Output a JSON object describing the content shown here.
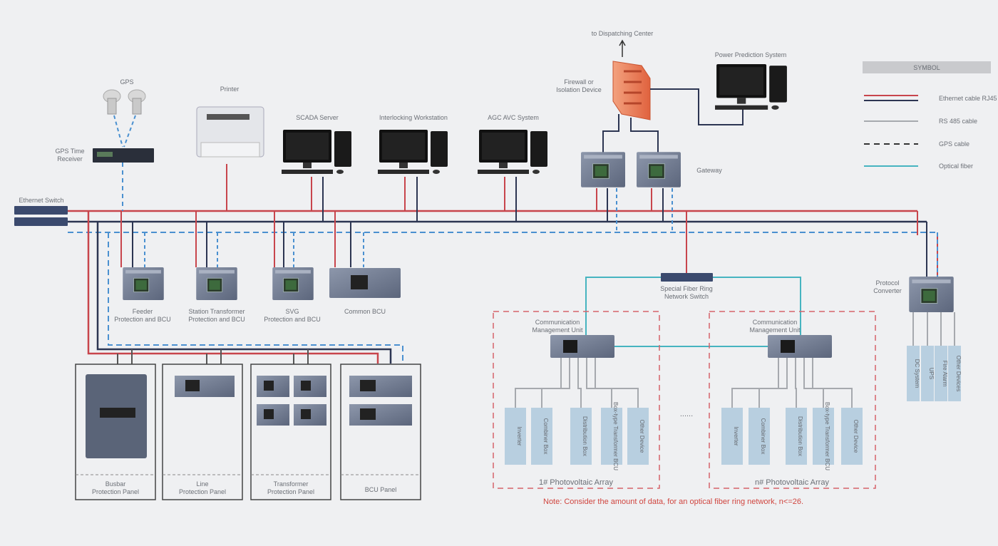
{
  "colors": {
    "ethernet_red": "#c8454c",
    "ethernet_navy": "#2c3552",
    "gps_dashed": "#4a90d0",
    "optical_fiber": "#46b4c0",
    "rs485_gray": "#a6a9ae",
    "pv_border": "#d6636b",
    "note_text": "#d0453f"
  },
  "legend": {
    "title": "SYMBOL",
    "items": [
      {
        "label": "Ethernet cable RJ45",
        "style": "double red/navy line"
      },
      {
        "label": "RS 485 cable",
        "style": "gray line"
      },
      {
        "label": "GPS cable",
        "style": "dashed line"
      },
      {
        "label": "Optical fiber",
        "style": "cyan line"
      }
    ]
  },
  "top": {
    "gps": "GPS",
    "gps_receiver": [
      "GPS Time",
      "Receiver"
    ],
    "printer": "Printer",
    "scada": "SCADA Server",
    "interlocking": "Interlocking Workstation",
    "agc": "AGC AVC System",
    "dispatch": "to Dispatching Center",
    "firewall": [
      "Firewall or",
      "Isolation Device"
    ],
    "power_prediction": "Power Prediction System",
    "gateway": "Gateway",
    "ethernet_switch": "Ethernet Switch"
  },
  "ieds": [
    [
      "Feeder",
      "Protection and BCU"
    ],
    [
      "Station Transformer",
      "Protection and BCU"
    ],
    [
      "SVG",
      "Protection and BCU"
    ],
    [
      "Common BCU"
    ]
  ],
  "panels": [
    [
      "Busbar",
      "Protection Panel"
    ],
    [
      "Line",
      "Protection Panel"
    ],
    [
      "Transformer",
      "Protection Panel"
    ],
    [
      "BCU Panel"
    ]
  ],
  "fiber_switch": [
    "Special Fiber Ring",
    "Network Switch"
  ],
  "arrays": [
    {
      "title": "1# Photovoltaic Array",
      "cmu": [
        "Communication",
        "Management Unit"
      ],
      "devices": [
        "Inverter",
        "Combiner Box",
        "Distribution Box",
        "Box-type Transformer BCU",
        "Other Device"
      ]
    },
    {
      "title": "n# Photovoltaic Array",
      "cmu": [
        "Communication",
        "Management Unit"
      ],
      "devices": [
        "Inverter",
        "Combiner Box",
        "Distribution Box",
        "Box-type Transformer BCU",
        "Other Device"
      ]
    }
  ],
  "ellipsis": "......",
  "protocol_converter": {
    "label": [
      "Protocol",
      "Converter"
    ],
    "devices": [
      "DC System",
      "UPS",
      "Fire Alarm",
      "Other Devices"
    ]
  },
  "note": "Note: Consider the amount of data, for an optical fiber ring network, n<=26."
}
